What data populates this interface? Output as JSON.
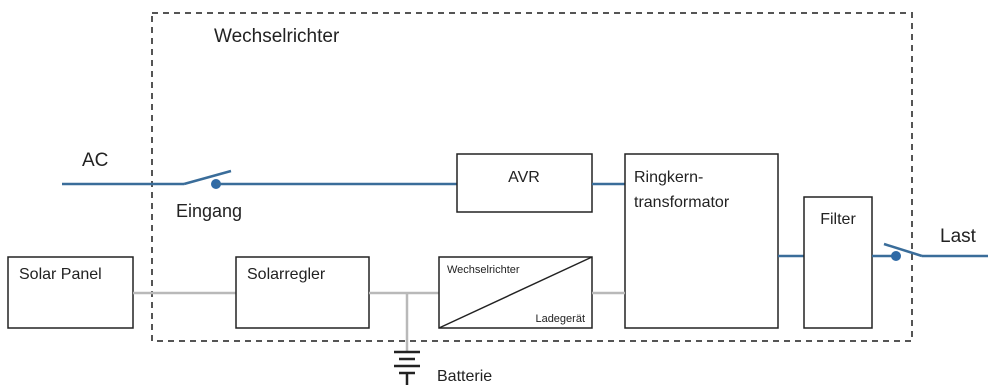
{
  "labels": {
    "inverter_title": "Wechselrichter",
    "ac": "AC",
    "input": "Eingang",
    "avr": "AVR",
    "toroid_line1": "Ringkern-",
    "toroid_line2": "transformator",
    "filter": "Filter",
    "load": "Last",
    "solar_panel": "Solar Panel",
    "solar_controller": "Solarregler",
    "inverter_charger_top": "Wechselrichter",
    "inverter_charger_bottom": "Ladegerät",
    "battery": "Batterie"
  },
  "colors": {
    "ac_line": "#3a6d9a",
    "dc_line": "#b9b9b9",
    "box_stroke": "#222222",
    "dashed_border": "#555555",
    "switch_dot": "#2f6aa6"
  }
}
